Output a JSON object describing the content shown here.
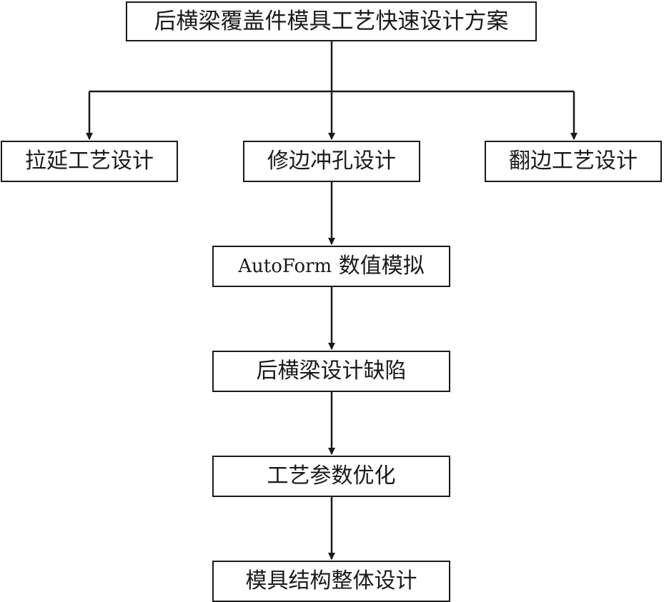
{
  "nodes": {
    "top": "后横梁覆盖件模具工艺快速设计方案",
    "draw": "拉延工艺设计",
    "trim": "修边冲孔设计",
    "flange": "翻边工艺设计",
    "sim_latin": "AutoForm",
    "sim_cjk": " 数值模拟",
    "defect": "后横梁设计缺陷",
    "opt": "工艺参数优化",
    "die": "模具结构整体设计"
  },
  "colors": {
    "line": "#1a1a1a",
    "background": "#ffffff"
  }
}
